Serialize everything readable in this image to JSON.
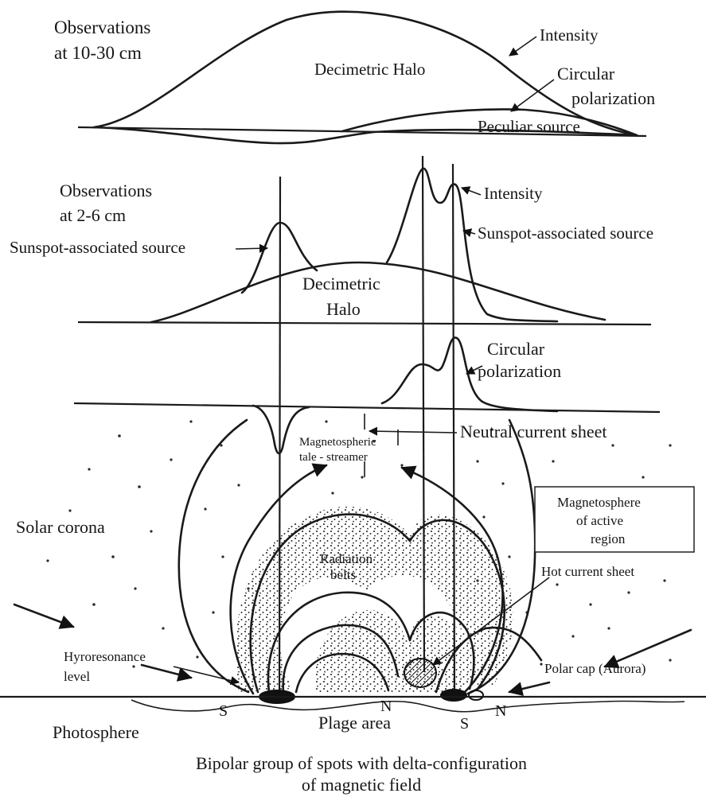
{
  "panel_top": {
    "title": "Observations",
    "title_range": "at 10-30 cm",
    "intensity": "Intensity",
    "halo": "Decimetric Halo",
    "circular_1": "Circular",
    "circular_2": "polarization",
    "peculiar": "Peculiar source"
  },
  "panel_middle": {
    "title": "Observations",
    "title_range": "at 2-6 cm",
    "intensity": "Intensity",
    "sunspot_left": "Sunspot-associated source",
    "sunspot_right": "Sunspot-associated source",
    "halo_1": "Decimetric",
    "halo_2": "Halo",
    "circular_1": "Circular",
    "circular_2": "polarization"
  },
  "corona": {
    "neutral_sheet": "Neutral current  sheet",
    "tail_1": "Magnetospheric",
    "tail_2": "tale - streamer",
    "solar_corona": "Solar corona",
    "box_1": "Magnetosphere",
    "box_2": "of active",
    "box_3": "region",
    "belts_1": "Radiation",
    "belts_2": "belts",
    "hot_sheet": "Hot current sheet",
    "gyro_1": "Hyroresonance",
    "gyro_2": "level",
    "polar_cap": "Polar cap (Aurora)",
    "pole_s_left": "S",
    "pole_n_mid": "N",
    "pole_s_right": "S",
    "pole_n_right": "N",
    "photosphere": "Photosphere",
    "plage": "Plage area"
  },
  "caption": {
    "line1": "Bipolar group of spots with delta-configuration",
    "line2": "of magnetic field"
  }
}
